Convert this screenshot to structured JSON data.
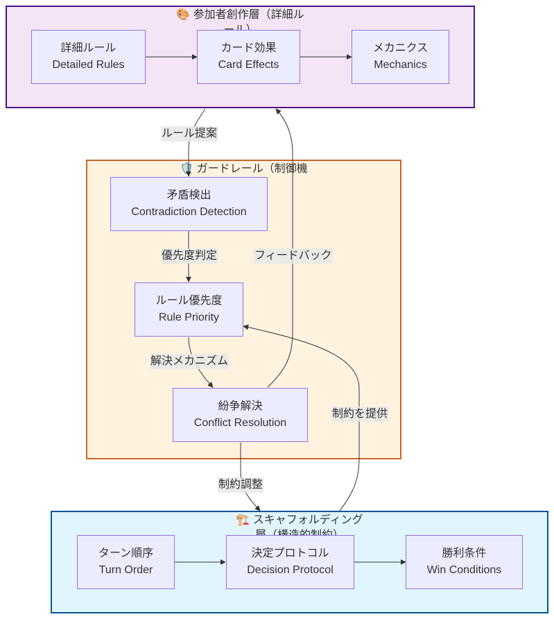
{
  "clusters": {
    "participant": {
      "icon": "🎨",
      "title_line1": "参加者創作層（詳細ル",
      "title_line2": "ール）",
      "fill": "#F3E5F5",
      "stroke": "#4A148C"
    },
    "guardrail": {
      "icon": "🛡️",
      "title_line1": "ガードレール（制御機",
      "fill": "#FFF3E0",
      "stroke": "#C8652A"
    },
    "scaffold": {
      "icon": "🏗️",
      "title_line1": "スキャフォルディング",
      "title_line2": "層（構造的制約）",
      "fill": "#E1F5FE",
      "stroke": "#01579B"
    }
  },
  "nodes": {
    "detailed_rules": {
      "jp": "詳細ルール",
      "en": "Detailed Rules"
    },
    "card_effects": {
      "jp": "カード効果",
      "en": "Card Effects"
    },
    "mechanics": {
      "jp": "メカニクス",
      "en": "Mechanics"
    },
    "contradiction": {
      "jp": "矛盾検出",
      "en": "Contradiction Detection"
    },
    "rule_priority": {
      "jp": "ルール優先度",
      "en": "Rule Priority"
    },
    "conflict": {
      "jp": "紛争解決",
      "en": "Conflict Resolution"
    },
    "turn_order": {
      "jp": "ターン順序",
      "en": "Turn Order"
    },
    "decision": {
      "jp": "決定プロトコル",
      "en": "Decision Protocol"
    },
    "win": {
      "jp": "勝利条件",
      "en": "Win Conditions"
    }
  },
  "edge_labels": {
    "rule_proposal": "ルール提案",
    "priority_judgment": "優先度判定",
    "resolution_mechanism": "解決メカニズム",
    "feedback": "フィードバック",
    "provide_constraints": "制約を提供",
    "constraint_adjustment": "制約調整"
  },
  "colors": {
    "node_fill": "#ECECFF",
    "node_stroke": "#9370DB",
    "edge": "#333333"
  }
}
